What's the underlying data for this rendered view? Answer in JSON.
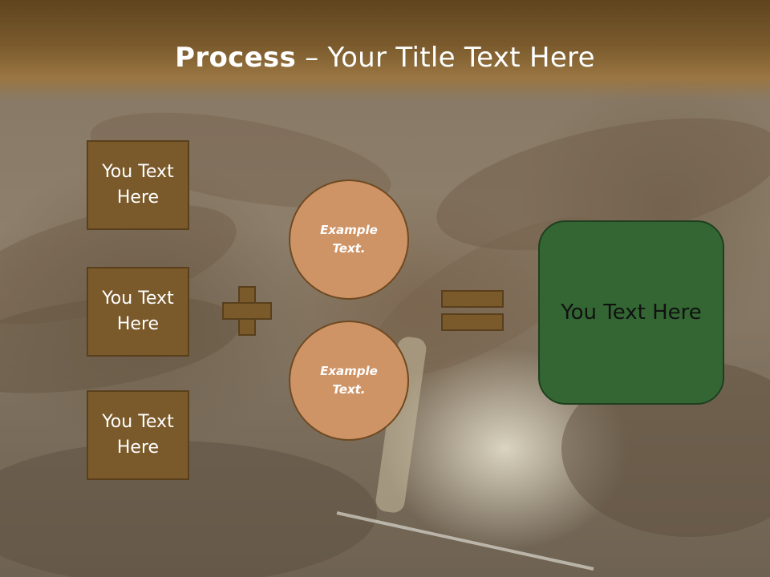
{
  "title": {
    "bold": "Process",
    "rest": " – Your Title Text Here"
  },
  "left_boxes": [
    {
      "text": "You Text\nHere"
    },
    {
      "text": "You Text\nHere"
    },
    {
      "text": "You Text\nHere"
    }
  ],
  "circles": [
    {
      "text": "Example\nText."
    },
    {
      "text": "Example\nText."
    }
  ],
  "result": {
    "text": "You Text Here"
  },
  "colors": {
    "header": "#7a5a2c",
    "box_fill": "#7a5a2b",
    "circle_fill": "#cf9466",
    "result_fill": "#336633"
  },
  "icons": {
    "plus": "plus-icon",
    "equals": "equals-icon"
  }
}
